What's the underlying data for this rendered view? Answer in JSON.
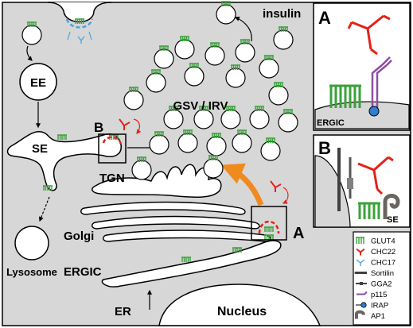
{
  "labels": {
    "insulin": "insulin",
    "ee": "EE",
    "se": "SE",
    "tgn": "TGN",
    "golgi": "Golgi",
    "ergic": "ERGIC",
    "er": "ER",
    "nucleus": "Nucleus",
    "lysosome": "Lysosome",
    "gsv_irv": "GSV / IRV",
    "box_a": "A",
    "box_b": "B"
  },
  "insets": {
    "a": {
      "letter": "A",
      "caption": "ERGIC"
    },
    "b": {
      "letter": "B",
      "caption": "SE"
    }
  },
  "legend": [
    {
      "icon": "glut4",
      "label": "GLUT4",
      "color": "#3aa23a"
    },
    {
      "icon": "chc22",
      "label": "CHC22",
      "color": "#e32219"
    },
    {
      "icon": "chc17",
      "label": "CHC17",
      "color": "#4aa3df"
    },
    {
      "icon": "sortilin",
      "label": "Sortilin",
      "color": "#404040"
    },
    {
      "icon": "gga2",
      "label": "GGA2",
      "color": "#404040"
    },
    {
      "icon": "p115",
      "label": "p115",
      "color": "#8c4fa3"
    },
    {
      "icon": "irap",
      "label": "IRAP",
      "color": "#2f7fd1"
    },
    {
      "icon": "ap1",
      "label": "AP1",
      "color": "#6b6460"
    }
  ],
  "colors": {
    "cytoplasm": "#d7d7d7",
    "glut4": "#3aa23a",
    "chc22": "#e32219",
    "chc17": "#4aa3df",
    "transport_arrow": "#f08a1e"
  }
}
